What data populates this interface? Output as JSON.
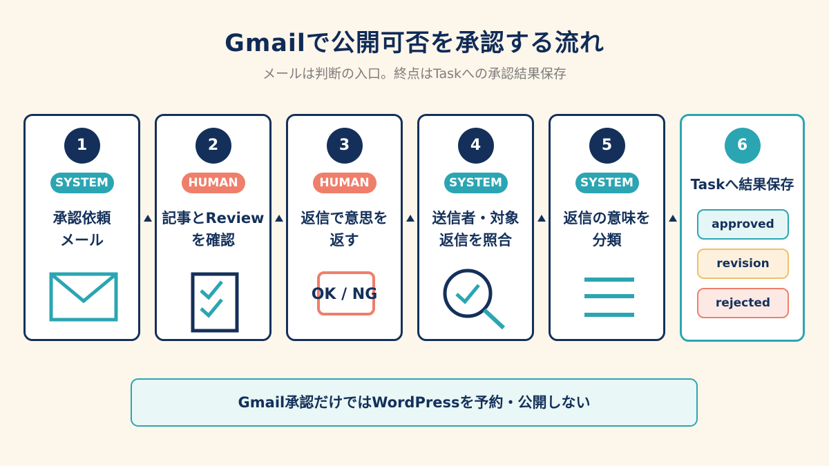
{
  "title": "Gmailで公開可否を承認する流れ",
  "subtitle": "メールは判断の入口。終点はTaskへの承認結果保存",
  "steps": [
    {
      "number": "1",
      "actor": "SYSTEM",
      "label": "承認依頼\nメール",
      "icon": "mail-icon"
    },
    {
      "number": "2",
      "actor": "HUMAN",
      "label": "記事とReview\nを確認",
      "icon": "checklist-icon"
    },
    {
      "number": "3",
      "actor": "HUMAN",
      "label": "返信で意思を\n返す",
      "icon": "ok-ng-box",
      "icon_text": "OK / NG"
    },
    {
      "number": "4",
      "actor": "SYSTEM",
      "label": "送信者・対象\n返信を照合",
      "icon": "magnifier-check-icon"
    },
    {
      "number": "5",
      "actor": "SYSTEM",
      "label": "返信の意味を\n分類",
      "icon": "list-lines-icon"
    },
    {
      "number": "6",
      "label": "Taskへ結果保存",
      "results": [
        "approved",
        "revision",
        "rejected"
      ]
    }
  ],
  "note": "Gmail承認だけではWordPressを予約・公開しない",
  "colors": {
    "navy": "#14305a",
    "teal": "#2ba5b2",
    "coral": "#ef7e6b",
    "amber": "#f0bf6a",
    "background": "#fdf6ea"
  }
}
